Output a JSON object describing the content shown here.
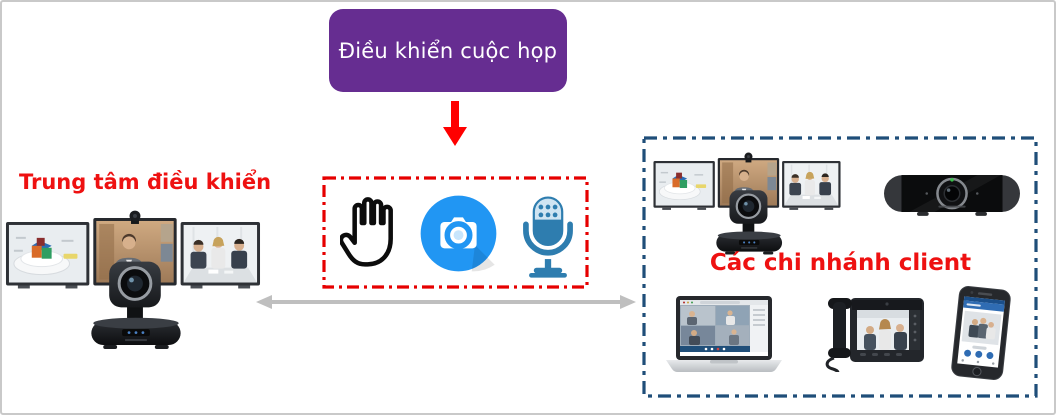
{
  "diagram": {
    "title": "Điều khiển cuộc họp",
    "left_label": "Trung tâm điều khiển",
    "right_label": "Các chi nhánh client"
  },
  "icons": {
    "control_icons": [
      "raised-hand-icon",
      "camera-icon",
      "microphone-icon"
    ],
    "left_device": "video-conference-system",
    "right_devices": [
      "video-conference-system",
      "video-bar-camera",
      "laptop",
      "video-desk-phone",
      "smartphone"
    ],
    "connectors": [
      "red-down-arrow",
      "gray-double-arrow"
    ]
  },
  "colors": {
    "title_bg": "#662D91",
    "title_text": "#FFFFFF",
    "label_red": "#EE1111",
    "arrow_red": "#FF0000",
    "dash_red": "#E60000",
    "dash_blue": "#1F4E79",
    "arrow_gray": "#BFBFBF",
    "camera_blue": "#2196F3",
    "mic_blue": "#2E7DAF",
    "mic_light": "#CFE4F2",
    "frame_border": "#C9C9C9"
  }
}
